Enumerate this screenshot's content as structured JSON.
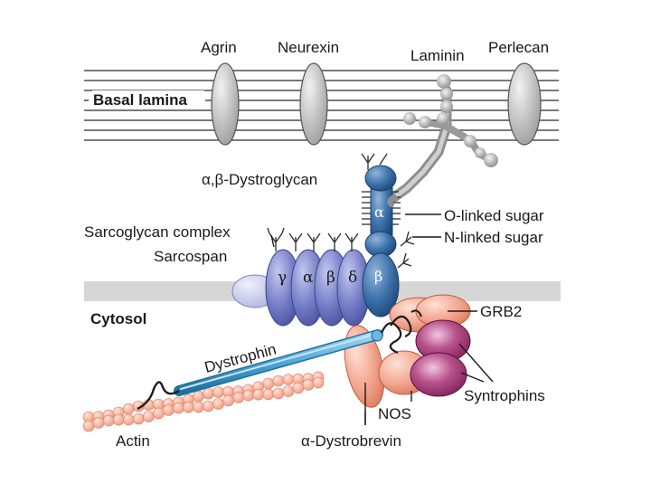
{
  "labels": {
    "agrin": "Agrin",
    "neurexin": "Neurexin",
    "laminin": "Laminin",
    "perlecan": "Perlecan",
    "basal_lamina": "Basal lamina",
    "dystroglycan": "α,β-Dystroglycan",
    "sarcoglycan_complex": "Sarcoglycan complex",
    "sarcospan": "Sarcospan",
    "o_linked_sugar": "O-linked sugar",
    "n_linked_sugar": "N-linked sugar",
    "cytosol": "Cytosol",
    "grb2": "GRB2",
    "dystrophin": "Dystrophin",
    "syntrophins": "Syntrophins",
    "nos": "NOS",
    "actin": "Actin",
    "alpha_dystrobrevin": "α-Dystrobrevin"
  },
  "greek": {
    "alpha": "α",
    "beta": "β",
    "gamma": "γ",
    "delta": "δ"
  },
  "colors": {
    "dystroglycan_blue": "#3a6fa8",
    "sarcoglycan_purple": "#6f78c4",
    "sarcospan_lavender": "#c4c8ea",
    "membrane_gray": "#d6d6d6",
    "laminin_gray": "#a9a9a9",
    "grb2_salmon": "#f2a38c",
    "syntrophin_magenta": "#9c2a6a",
    "actin_salmon": "#f6a58d",
    "dystrophin_blue": "#4fa6d6"
  }
}
